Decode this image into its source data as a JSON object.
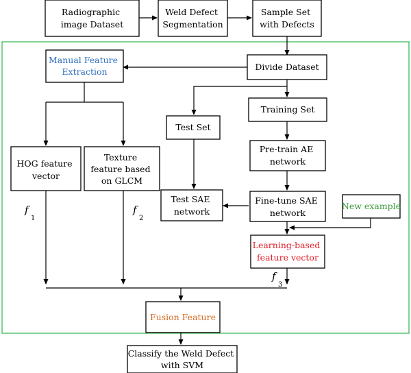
{
  "nodes": {
    "radiographic_dataset": [
      "Radiographic",
      "image Dataset"
    ],
    "weld_defect_segmentation": [
      "Weld Defect",
      "Segmentation"
    ],
    "sample_set": [
      "Sample Set",
      "with Defects"
    ],
    "manual_feature_extraction": [
      "Manual Feature",
      "Extraction"
    ],
    "divide_dataset": [
      "Divide Dataset"
    ],
    "training_set": [
      "Training Set"
    ],
    "test_set": [
      "Test Set"
    ],
    "hog_feature_vector": [
      "HOG feature",
      "vector"
    ],
    "texture_feature": [
      "Texture",
      "feature based",
      "on GLCM"
    ],
    "pretrain_ae": [
      "Pre-train AE",
      "network"
    ],
    "test_sae": [
      "Test SAE",
      "network"
    ],
    "finetune_sae": [
      "Fine-tune SAE",
      "network"
    ],
    "new_example": [
      "New example"
    ],
    "learning_based_feature": [
      "Learning-based",
      "feature vector"
    ],
    "fusion_feature": [
      "Fusion Feature"
    ],
    "classify": [
      "Classify the Weld Defect",
      "with SVM"
    ]
  },
  "feature_labels": {
    "f1": {
      "symbol": "f",
      "sub": "1"
    },
    "f2": {
      "symbol": "f",
      "sub": "2"
    },
    "f3": {
      "symbol": "f",
      "sub": "3"
    }
  },
  "colors": {
    "region_border": "#2db34a",
    "manual_feature_text": "#2f6fbf",
    "new_example_text": "#3a9a3a",
    "learning_based_text": "#e0202a",
    "fusion_text": "#d2691e"
  }
}
